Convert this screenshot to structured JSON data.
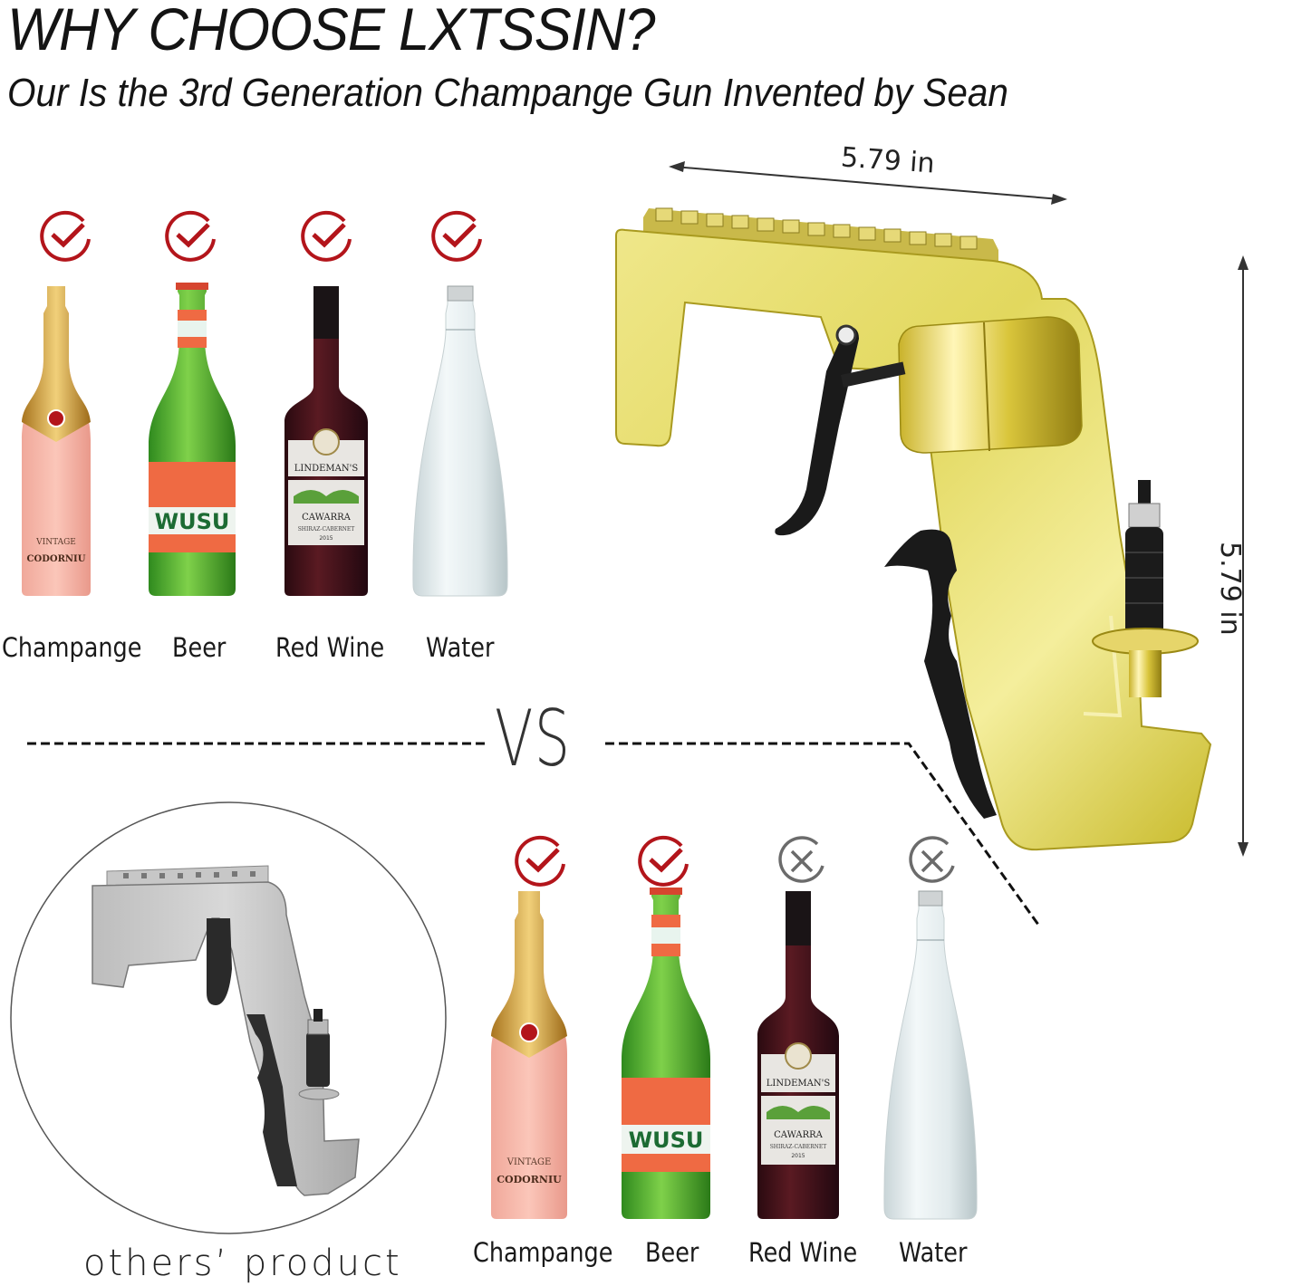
{
  "header": {
    "title": "WHY CHOOSE LXTSSIN?",
    "subtitle": "Our Is the 3rd Generation Champange Gun Invented by Sean"
  },
  "dimensions": {
    "width_label": "5.79 in",
    "height_label": "5.79 in"
  },
  "our_product": {
    "compatibility": [
      {
        "label": "Champange",
        "status": "check-icon",
        "supported": true
      },
      {
        "label": "Beer",
        "status": "check-icon",
        "supported": true
      },
      {
        "label": "Red Wine",
        "status": "check-icon",
        "supported": true
      },
      {
        "label": "Water",
        "status": "check-icon",
        "supported": true
      }
    ]
  },
  "divider": {
    "label": "VS"
  },
  "others_product": {
    "caption": "others’ product",
    "compatibility": [
      {
        "label": "Champange",
        "status": "check-icon",
        "supported": true
      },
      {
        "label": "Beer",
        "status": "check-icon",
        "supported": true
      },
      {
        "label": "Red Wine",
        "status": "cross-icon",
        "supported": false
      },
      {
        "label": "Water",
        "status": "cross-icon",
        "supported": false
      }
    ]
  },
  "bottle_labels": {
    "champagne_brand": "CODORNIU",
    "champagne_line": "VINTAGE",
    "beer_brand": "WUSU",
    "wine_brand": "LINDEMAN'S",
    "wine_name": "CAWARRA",
    "wine_variety": "SHIRAZ-CABERNET",
    "wine_year": "2015"
  },
  "colors": {
    "check": "#b3151b",
    "cross": "#6b6b6b",
    "gold": "#d9cf52",
    "text": "#141414"
  }
}
